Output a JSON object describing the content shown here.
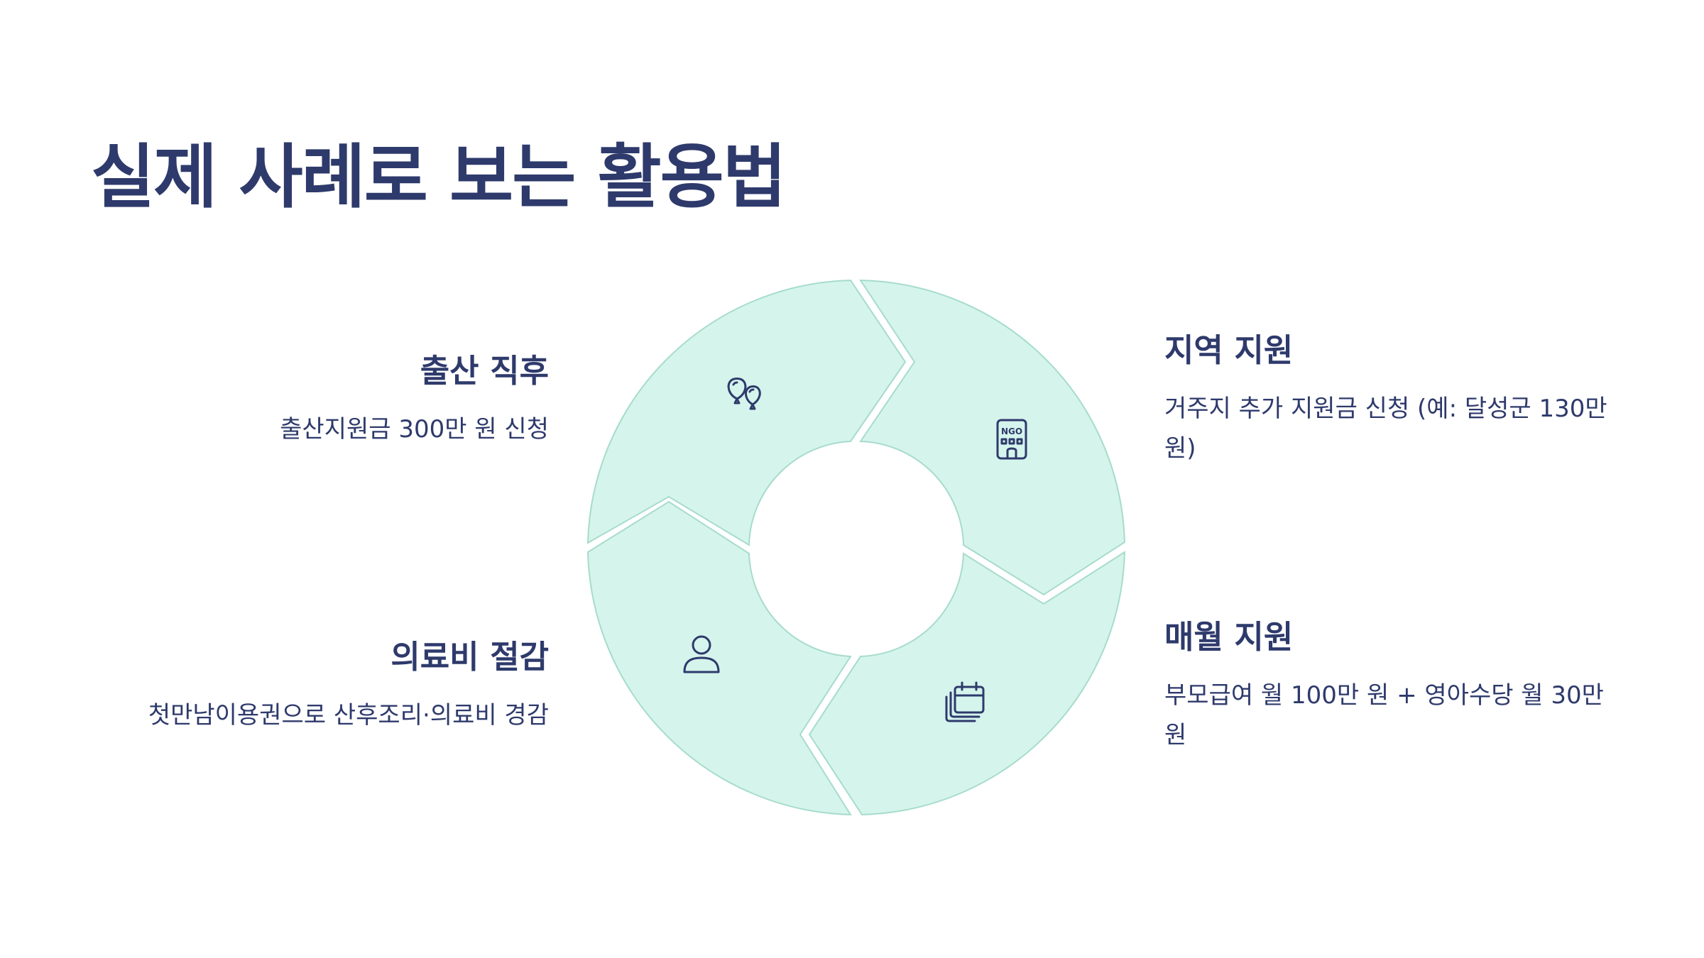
{
  "title": "실제 사례로 보는 활용법",
  "colors": {
    "text": "#2e3a6b",
    "segment_fill": "#d5f4ec",
    "segment_stroke": "#a6dccb",
    "background": "#ffffff"
  },
  "cases": [
    {
      "heading": "출산 직후",
      "description": "출산지원금 300만 원 신청",
      "icon": "balloons-icon"
    },
    {
      "heading": "지역 지원",
      "description": "거주지 추가 지원금 신청 (예: 달성군 130만 원)",
      "icon": "ngo-building-icon"
    },
    {
      "heading": "매월 지원",
      "description": "부모급여 월 100만 원 + 영아수당 월 30만 원",
      "icon": "calendar-stack-icon"
    },
    {
      "heading": "의료비 절감",
      "description": "첫만남이용권으로 산후조리·의료비 경감",
      "icon": "person-icon"
    }
  ]
}
